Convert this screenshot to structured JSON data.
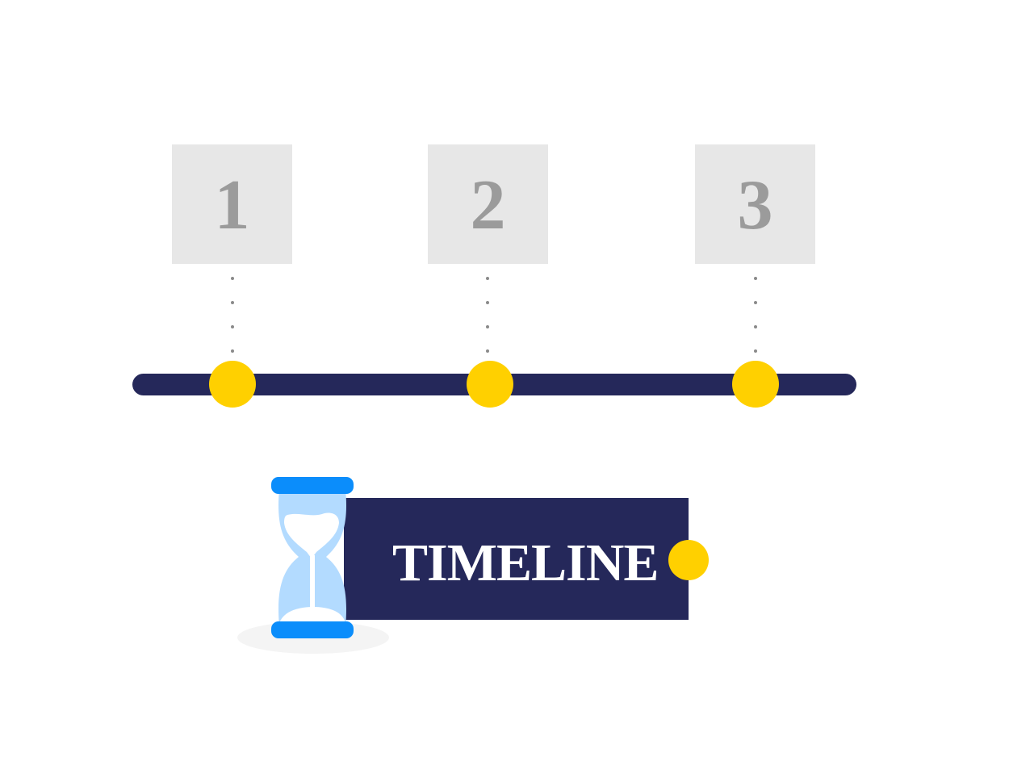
{
  "steps": [
    {
      "number": "1"
    },
    {
      "number": "2"
    },
    {
      "number": "3"
    }
  ],
  "banner": {
    "title": "TIMELINE"
  },
  "icons": {
    "hourglass": "hourglass-icon",
    "node": "circle-marker"
  },
  "colors": {
    "card": "#e7e7e7",
    "card_text": "#9b9b9b",
    "track": "#25285a",
    "node": "#ffd000",
    "banner": "#25285a",
    "hourglass_glass": "#b3dbff",
    "hourglass_frame": "#0b8dfb",
    "shadow": "#f4f4f4",
    "connector": "#8a8a8a"
  }
}
